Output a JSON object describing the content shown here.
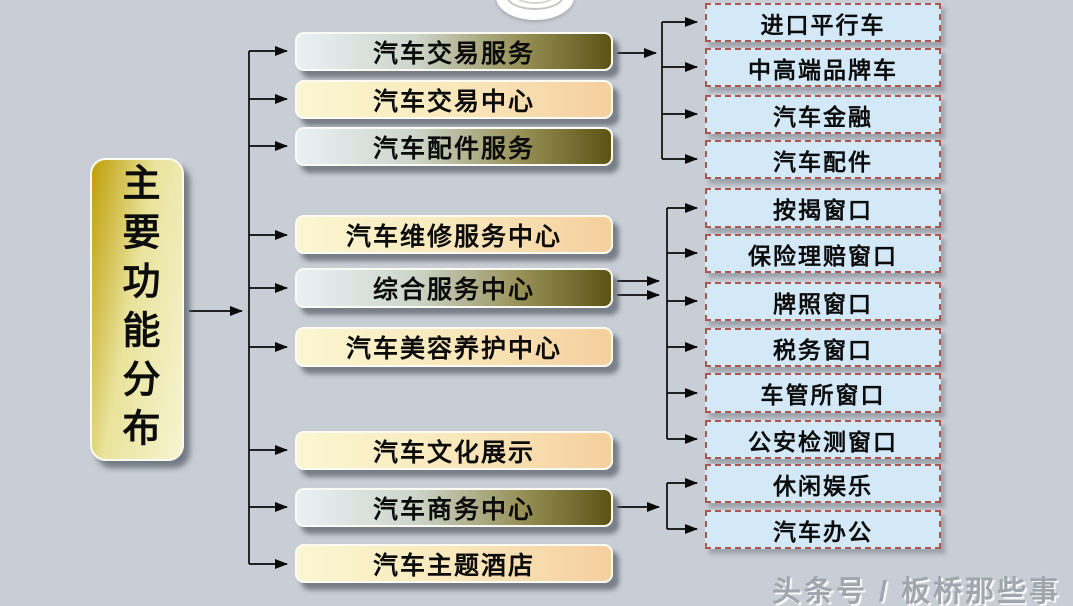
{
  "title": {
    "label": "主要功能分布"
  },
  "middle_nodes": [
    {
      "label": "汽车交易服务",
      "style": "blue"
    },
    {
      "label": "汽车交易中心",
      "style": "yellow"
    },
    {
      "label": "汽车配件服务",
      "style": "blue"
    },
    {
      "label": "汽车维修服务中心",
      "style": "yellow"
    },
    {
      "label": "综合服务中心",
      "style": "blue"
    },
    {
      "label": "汽车美容养护中心",
      "style": "yellow"
    },
    {
      "label": "汽车文化展示",
      "style": "yellow"
    },
    {
      "label": "汽车商务中心",
      "style": "blue"
    },
    {
      "label": "汽车主题酒店",
      "style": "yellow"
    }
  ],
  "right_nodes": [
    {
      "label": "进口平行车",
      "parent": "汽车交易服务"
    },
    {
      "label": "中高端品牌车",
      "parent": "汽车交易服务"
    },
    {
      "label": "汽车金融",
      "parent": "汽车交易服务"
    },
    {
      "label": "汽车配件",
      "parent": "汽车交易服务"
    },
    {
      "label": "按揭窗口",
      "parent": "综合服务中心"
    },
    {
      "label": "保险理赔窗口",
      "parent": "综合服务中心"
    },
    {
      "label": "牌照窗口",
      "parent": "综合服务中心"
    },
    {
      "label": "税务窗口",
      "parent": "综合服务中心"
    },
    {
      "label": "车管所窗口",
      "parent": "综合服务中心"
    },
    {
      "label": "公安检测窗口",
      "parent": "综合服务中心"
    },
    {
      "label": "休闲娱乐",
      "parent": "汽车商务中心"
    },
    {
      "label": "汽车办公",
      "parent": "汽车商务中心"
    }
  ],
  "links": [
    {
      "from": "主要功能分布",
      "to": [
        "汽车交易服务",
        "汽车交易中心",
        "汽车配件服务",
        "汽车维修服务中心",
        "综合服务中心",
        "汽车美容养护中心",
        "汽车文化展示",
        "汽车商务中心",
        "汽车主题酒店"
      ]
    },
    {
      "from": "汽车交易服务",
      "to": [
        "进口平行车",
        "中高端品牌车",
        "汽车金融",
        "汽车配件"
      ]
    },
    {
      "from": "综合服务中心",
      "to": [
        "按揭窗口",
        "保险理赔窗口",
        "牌照窗口",
        "税务窗口",
        "车管所窗口",
        "公安检测窗口"
      ]
    },
    {
      "from": "汽车商务中心",
      "to": [
        "休闲娱乐",
        "汽车办公"
      ]
    }
  ],
  "watermark": {
    "label": "头条号 / 板桥那些事"
  },
  "colors": {
    "background": "#c9cdd5",
    "title_gold_start": "#bf9e06",
    "title_gold_end": "#f7f4d2",
    "blue_node_start": "#e9f1f6",
    "blue_node_end": "#5c5315",
    "yellow_node_start": "#fbf7d2",
    "yellow_node_end": "#f6cf9e",
    "leaf_fill": "#d3e9f7",
    "leaf_dashed_border": "#b0554e",
    "connector": "#0a0a0a",
    "node_text": "#0c0c0c",
    "watermark_gray": "#a0a5ae"
  }
}
